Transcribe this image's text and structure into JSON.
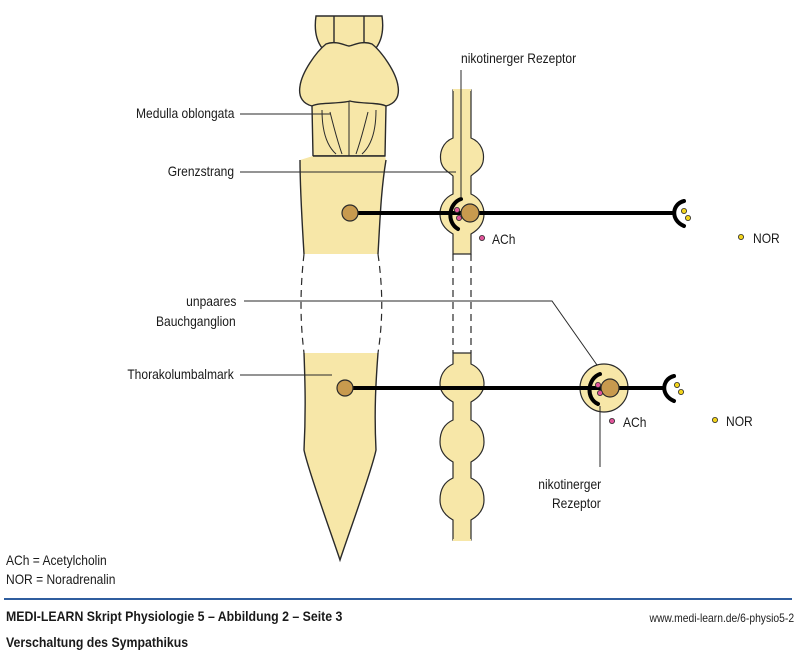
{
  "colors": {
    "tissue_fill": "#f7e7a8",
    "outline": "#2a2a2a",
    "neuron_body": "#c89a4e",
    "axon": "#000000",
    "ach_dot": "#e0559a",
    "nor_dot": "#f2d31c",
    "divider": "#2f5d9e"
  },
  "labels": {
    "medulla": "Medulla oblongata",
    "grenzstrang": "Grenzstrang",
    "bauchganglion_line1": "unpaares",
    "bauchganglion_line2": "Bauchganglion",
    "thorakolumbalmark": "Thorakolumbalmark",
    "receptor_top": "nikotinerger Rezeptor",
    "receptor_bottom_line1": "nikotinerger",
    "receptor_bottom_line2": "Rezeptor",
    "ach_top": "ACh",
    "ach_bottom": "ACh",
    "nor_top": "NOR",
    "nor_bottom": "NOR"
  },
  "legend": [
    "ACh = Acetylcholin",
    "NOR = Noradrenalin"
  ],
  "footer": {
    "title": "MEDI-LEARN Skript Physiologie 5 – Abbildung 2 – Seite 3",
    "subtitle": "Verschaltung des Sympathikus",
    "url": "www.medi-learn.de/6-physio5-2"
  }
}
